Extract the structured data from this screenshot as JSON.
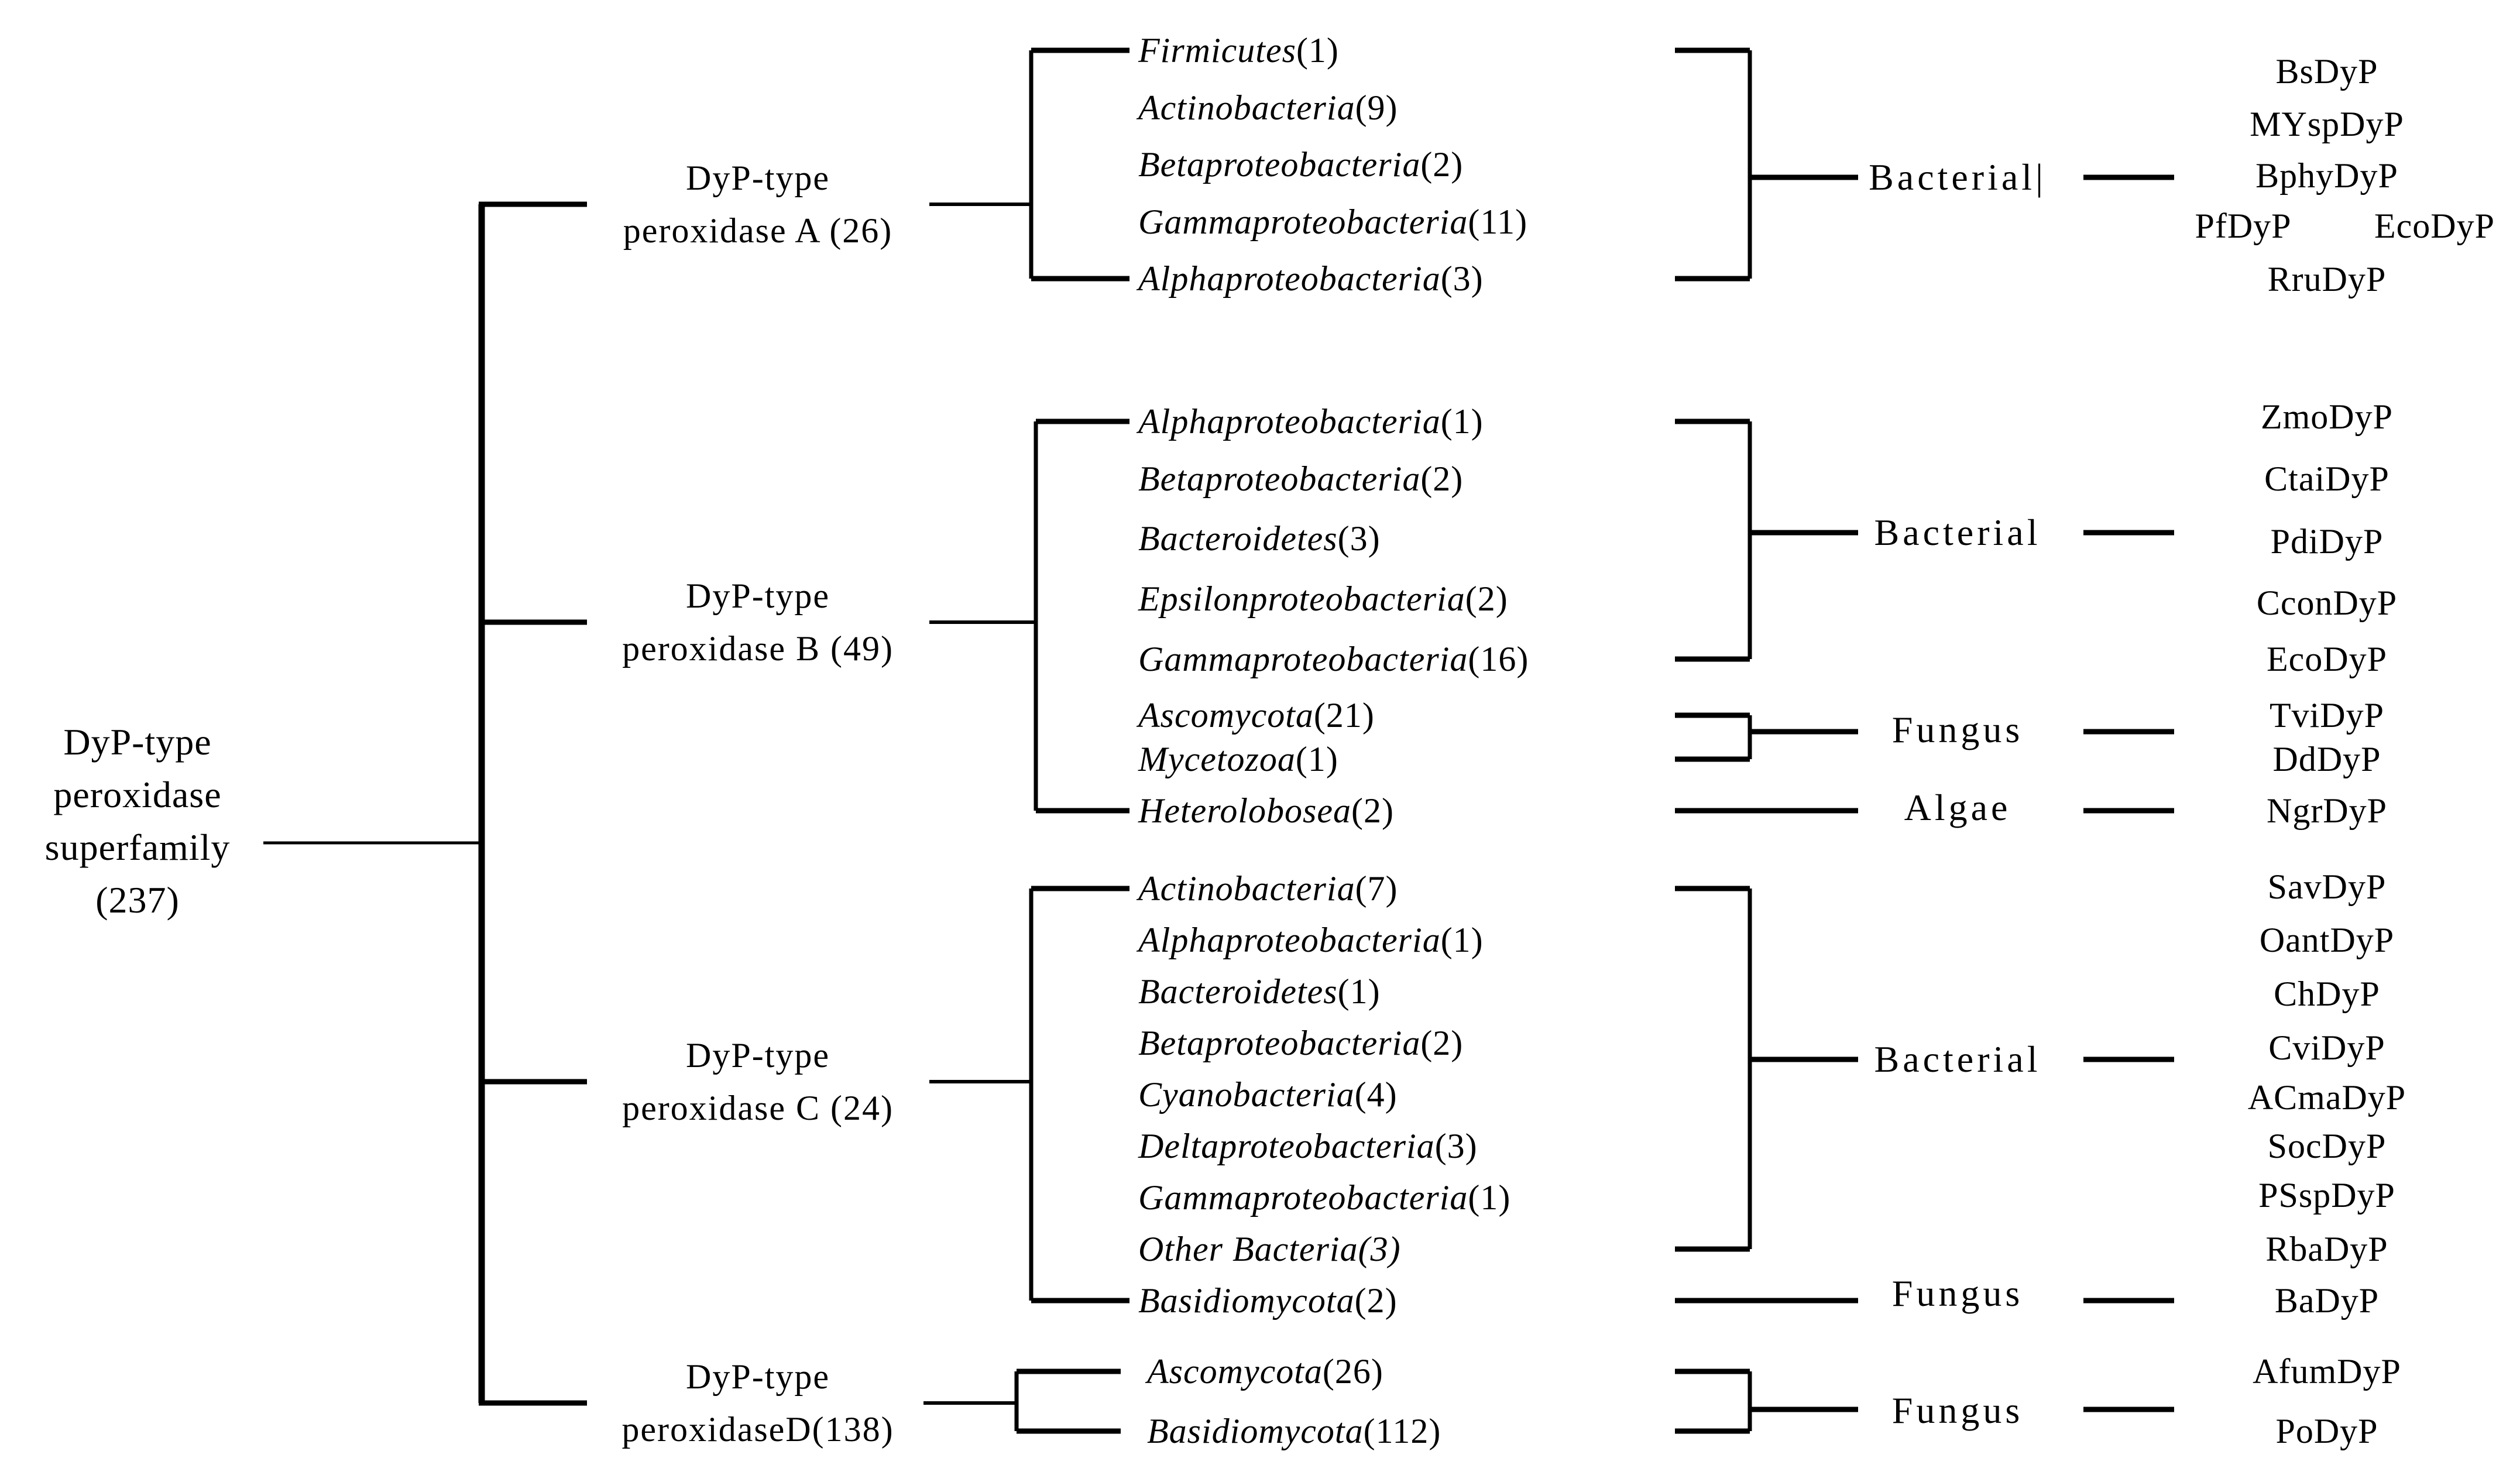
{
  "root": {
    "line1": "DyP-type",
    "line2": "peroxidase",
    "line3": "superfamily",
    "line4": "(237)"
  },
  "families": [
    {
      "name_line1": "DyP-type",
      "name_line2": "peroxidase A (26)",
      "tips": [
        {
          "name": "Firmicutes",
          "count": "(1)"
        },
        {
          "name": "Actinobacteria",
          "count": "(9)"
        },
        {
          "name": "Betaproteobacteria",
          "count": "(2)"
        },
        {
          "name": "Gammaproteobacteria",
          "count": "(11)"
        },
        {
          "name": "Alphaproteobacteria",
          "count": "(3)"
        }
      ],
      "groups": [
        {
          "label": "Bacterial|",
          "proteins": [
            "BsDyP",
            "MYspDyP",
            "BphyDyP",
            "PfDyP",
            "EcoDyP",
            "RruDyP"
          ]
        }
      ]
    },
    {
      "name_line1": "DyP-type",
      "name_line2": "peroxidase B (49)",
      "tips": [
        {
          "name": "Alphaproteobacteria",
          "count": "(1)"
        },
        {
          "name": "Betaproteobacteria",
          "count": "(2)"
        },
        {
          "name": "Bacteroidetes",
          "count": "(3)"
        },
        {
          "name": "Epsilonproteobacteria",
          "count": "(2)"
        },
        {
          "name": "Gammaproteobacteria",
          "count": "(16)"
        },
        {
          "name": "Ascomycota",
          "count": "(21)"
        },
        {
          "name": "Mycetozoa",
          "count": "(1)"
        },
        {
          "name": "Heterolobosea",
          "count": "(2)"
        }
      ],
      "groups": [
        {
          "label": "Bacterial",
          "proteins": [
            "ZmoDyP",
            "CtaiDyP",
            "PdiDyP",
            "CconDyP",
            "EcoDyP"
          ]
        },
        {
          "label": "Fungus",
          "proteins": [
            "TviDyP",
            "DdDyP"
          ]
        },
        {
          "label": "Algae",
          "proteins": [
            "NgrDyP"
          ]
        }
      ]
    },
    {
      "name_line1": "DyP-type",
      "name_line2": "peroxidase C (24)",
      "tips": [
        {
          "name": "Actinobacteria",
          "count": "(7)"
        },
        {
          "name": "Alphaproteobacteria",
          "count": "(1)"
        },
        {
          "name": "Bacteroidetes",
          "count": "(1)"
        },
        {
          "name": "Betaproteobacteria",
          "count": "(2)"
        },
        {
          "name": "Cyanobacteria",
          "count": "(4)"
        },
        {
          "name": "Deltaproteobacteria",
          "count": "(3)"
        },
        {
          "name": "Gammaproteobacteria",
          "count": "(1)"
        },
        {
          "name": "Other Bacteria",
          "count": "(3)"
        },
        {
          "name": "Basidiomycota",
          "count": "(2)"
        }
      ],
      "groups": [
        {
          "label": "Bacterial",
          "proteins": [
            "SavDyP",
            "OantDyP",
            "ChDyP",
            "CviDyP",
            "ACmaDyP",
            "SocDyP",
            "PSspDyP",
            "RbaDyP"
          ]
        },
        {
          "label": "Fungus",
          "proteins": [
            "BaDyP"
          ]
        }
      ]
    },
    {
      "name_line1": "DyP-type",
      "name_line2": "peroxidaseD(138)",
      "tips": [
        {
          "name": "Ascomycota",
          "count": "(26)"
        },
        {
          "name": "Basidiomycota",
          "count": "(112)"
        }
      ],
      "groups": [
        {
          "label": "Fungus",
          "proteins": [
            "AfumDyP",
            "PoDyP"
          ]
        }
      ]
    }
  ]
}
